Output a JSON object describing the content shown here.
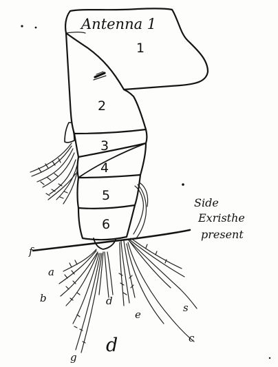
{
  "figure": {
    "title": "Antenna 1",
    "panel_letter": "d"
  },
  "segments": [
    {
      "label": "1"
    },
    {
      "label": "2"
    },
    {
      "label": "3"
    },
    {
      "label": "4"
    },
    {
      "label": "5"
    },
    {
      "label": "6"
    }
  ],
  "setae_labels": [
    {
      "label": "f"
    },
    {
      "label": "a"
    },
    {
      "label": "b"
    },
    {
      "label": "d"
    },
    {
      "label": "e"
    },
    {
      "label": "s"
    },
    {
      "label": "c"
    },
    {
      "label": "g"
    }
  ],
  "annotation": {
    "lines": [
      "Side",
      "Exristhe",
      "present"
    ]
  }
}
